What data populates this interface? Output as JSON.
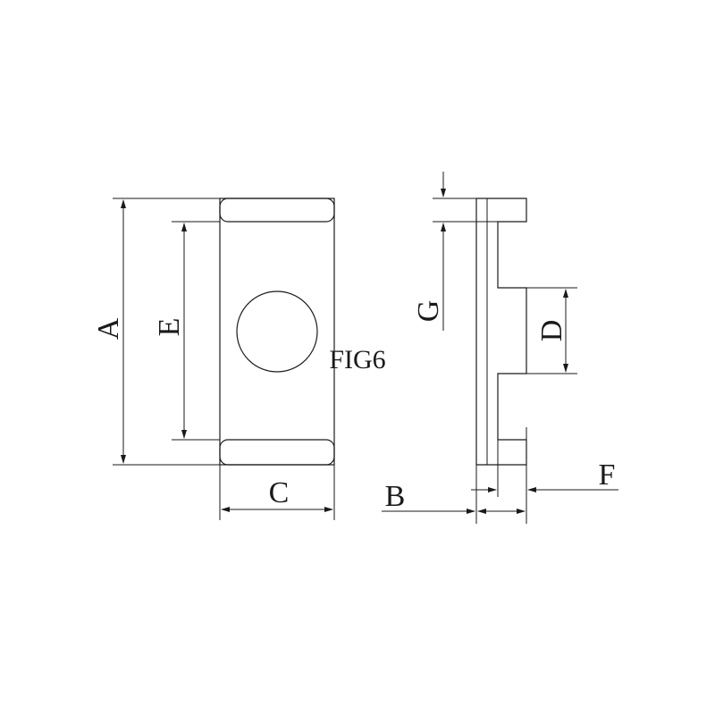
{
  "figure": {
    "caption": "FIG6",
    "labels": {
      "a": "A",
      "b": "B",
      "c": "C",
      "d": "D",
      "e": "E",
      "f": "F",
      "g": "G"
    }
  }
}
